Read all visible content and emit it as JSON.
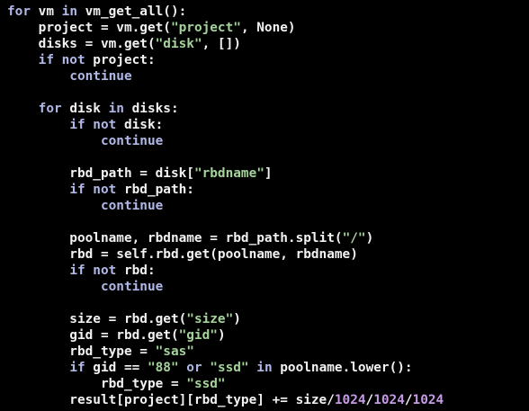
{
  "colors": {
    "background": "#000000",
    "plain": "#f2f2f2",
    "keyword": "#b0b8e8",
    "string": "#a4d49a",
    "number": "#c69ae6"
  },
  "code": {
    "lines": [
      [
        {
          "t": "kw",
          "v": "for"
        },
        {
          "t": "plain",
          "v": " vm "
        },
        {
          "t": "kw",
          "v": "in"
        },
        {
          "t": "plain",
          "v": " vm_get_all():"
        }
      ],
      [
        {
          "t": "plain",
          "v": "    project = vm.get("
        },
        {
          "t": "str",
          "v": "\"project\""
        },
        {
          "t": "plain",
          "v": ", None)"
        }
      ],
      [
        {
          "t": "plain",
          "v": "    disks = vm.get("
        },
        {
          "t": "str",
          "v": "\"disk\""
        },
        {
          "t": "plain",
          "v": ", [])"
        }
      ],
      [
        {
          "t": "plain",
          "v": "    "
        },
        {
          "t": "kw",
          "v": "if not"
        },
        {
          "t": "plain",
          "v": " project:"
        }
      ],
      [
        {
          "t": "plain",
          "v": "        "
        },
        {
          "t": "kw",
          "v": "continue"
        }
      ],
      [],
      [
        {
          "t": "plain",
          "v": "    "
        },
        {
          "t": "kw",
          "v": "for"
        },
        {
          "t": "plain",
          "v": " disk "
        },
        {
          "t": "kw",
          "v": "in"
        },
        {
          "t": "plain",
          "v": " disks:"
        }
      ],
      [
        {
          "t": "plain",
          "v": "        "
        },
        {
          "t": "kw",
          "v": "if not"
        },
        {
          "t": "plain",
          "v": " disk:"
        }
      ],
      [
        {
          "t": "plain",
          "v": "            "
        },
        {
          "t": "kw",
          "v": "continue"
        }
      ],
      [],
      [
        {
          "t": "plain",
          "v": "        rbd_path = disk["
        },
        {
          "t": "str",
          "v": "\"rbdname\""
        },
        {
          "t": "plain",
          "v": "]"
        }
      ],
      [
        {
          "t": "plain",
          "v": "        "
        },
        {
          "t": "kw",
          "v": "if not"
        },
        {
          "t": "plain",
          "v": " rbd_path:"
        }
      ],
      [
        {
          "t": "plain",
          "v": "            "
        },
        {
          "t": "kw",
          "v": "continue"
        }
      ],
      [],
      [
        {
          "t": "plain",
          "v": "        poolname, rbdname = rbd_path.split("
        },
        {
          "t": "str",
          "v": "\"/\""
        },
        {
          "t": "plain",
          "v": ")"
        }
      ],
      [
        {
          "t": "plain",
          "v": "        rbd = self.rbd.get(poolname, rbdname)"
        }
      ],
      [
        {
          "t": "plain",
          "v": "        "
        },
        {
          "t": "kw",
          "v": "if not"
        },
        {
          "t": "plain",
          "v": " rbd:"
        }
      ],
      [
        {
          "t": "plain",
          "v": "            "
        },
        {
          "t": "kw",
          "v": "continue"
        }
      ],
      [],
      [
        {
          "t": "plain",
          "v": "        size = rbd.get("
        },
        {
          "t": "str",
          "v": "\"size\""
        },
        {
          "t": "plain",
          "v": ")"
        }
      ],
      [
        {
          "t": "plain",
          "v": "        gid = rbd.get("
        },
        {
          "t": "str",
          "v": "\"gid\""
        },
        {
          "t": "plain",
          "v": ")"
        }
      ],
      [
        {
          "t": "plain",
          "v": "        rbd_type = "
        },
        {
          "t": "str",
          "v": "\"sas\""
        }
      ],
      [
        {
          "t": "plain",
          "v": "        "
        },
        {
          "t": "kw",
          "v": "if"
        },
        {
          "t": "plain",
          "v": " gid == "
        },
        {
          "t": "str",
          "v": "\"88\""
        },
        {
          "t": "plain",
          "v": " "
        },
        {
          "t": "kw",
          "v": "or"
        },
        {
          "t": "plain",
          "v": " "
        },
        {
          "t": "str",
          "v": "\"ssd\""
        },
        {
          "t": "plain",
          "v": " "
        },
        {
          "t": "kw",
          "v": "in"
        },
        {
          "t": "plain",
          "v": " poolname.lower():"
        }
      ],
      [
        {
          "t": "plain",
          "v": "            rbd_type = "
        },
        {
          "t": "str",
          "v": "\"ssd\""
        }
      ],
      [
        {
          "t": "plain",
          "v": "        result[project][rbd_type] += size/"
        },
        {
          "t": "num",
          "v": "1024"
        },
        {
          "t": "plain",
          "v": "/"
        },
        {
          "t": "num",
          "v": "1024"
        },
        {
          "t": "plain",
          "v": "/"
        },
        {
          "t": "num",
          "v": "1024"
        }
      ]
    ]
  }
}
